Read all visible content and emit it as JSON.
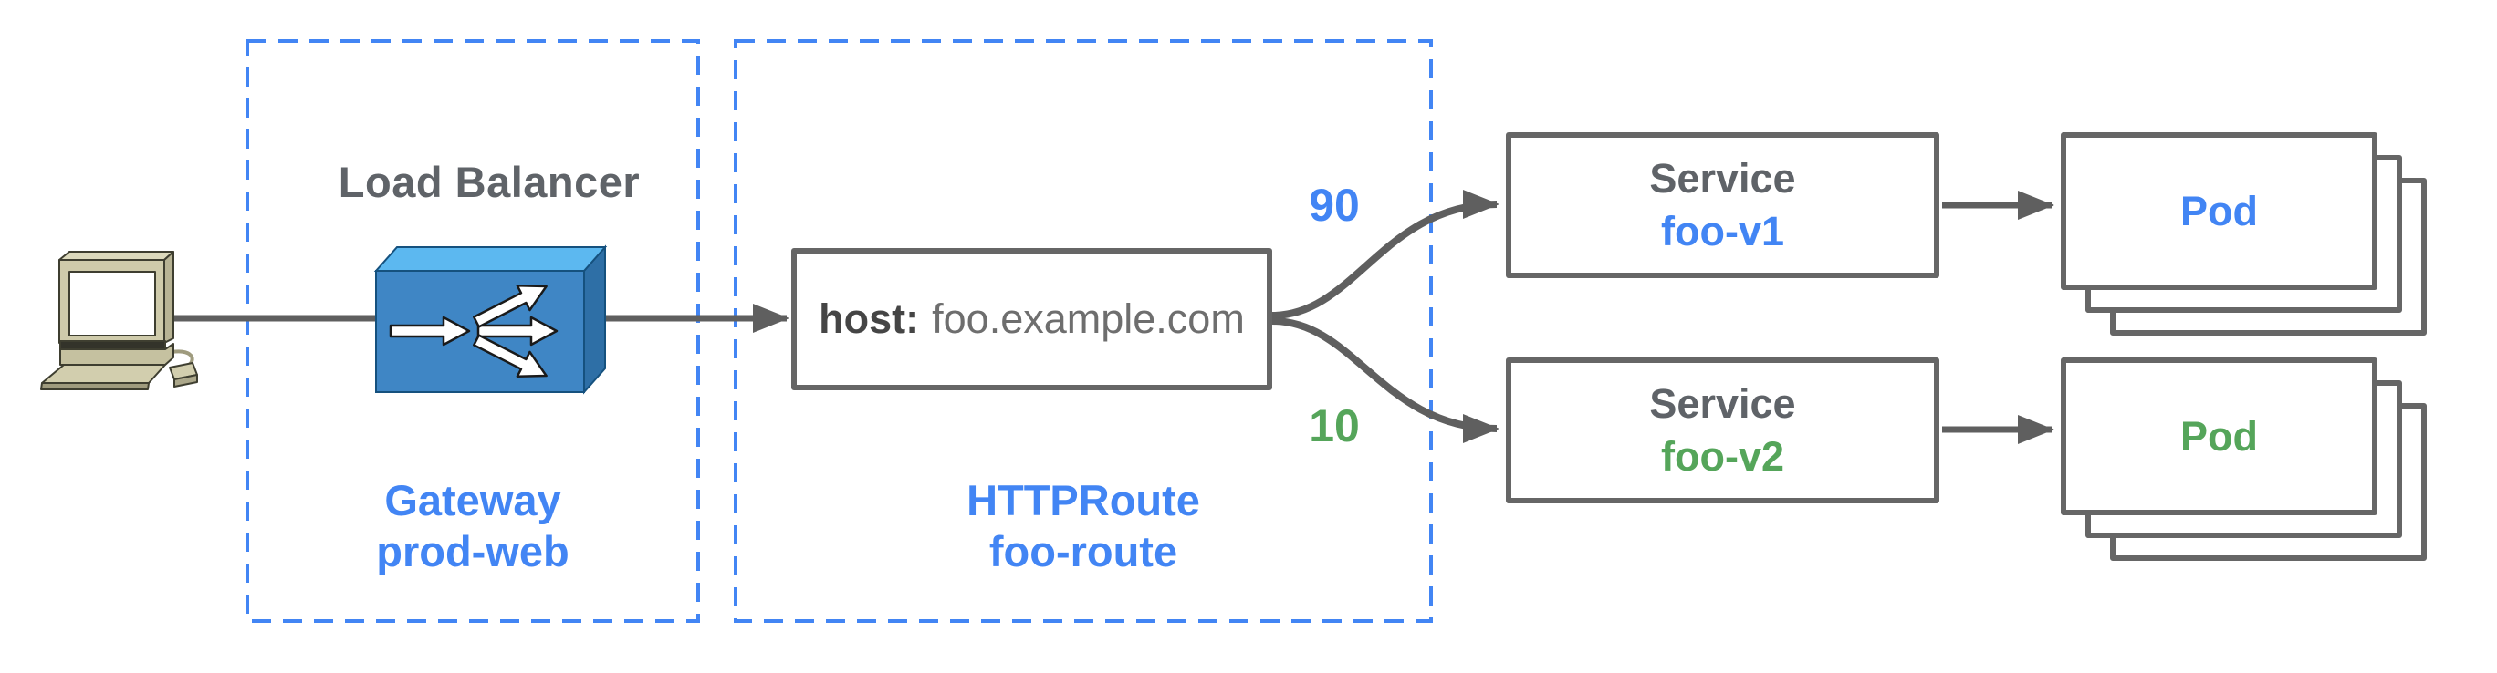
{
  "gateway": {
    "title": "Load Balancer",
    "caption": [
      "Gateway",
      "prod-web"
    ]
  },
  "httproute": {
    "host_label": "host:",
    "host_value": "foo.example.com",
    "caption": [
      "HTTPRoute",
      "foo-route"
    ]
  },
  "weights": {
    "v1": "90",
    "v2": "10"
  },
  "services": [
    {
      "kind": "Service",
      "name": "foo-v1"
    },
    {
      "kind": "Service",
      "name": "foo-v2"
    }
  ],
  "pods": [
    {
      "label": "Pod"
    },
    {
      "label": "Pod"
    }
  ],
  "icons": {
    "client": "desktop-computer-icon",
    "load_balancer": "load-balancer-icon"
  },
  "colors": {
    "accent_blue": "#4285F4",
    "accent_green": "#55A55A",
    "text_gray": "#5F6368",
    "host_bold_gray": "#454545",
    "host_value_gray": "#6E6E6E",
    "connector_gray": "#5F5F5F",
    "box_border_gray": "#666666",
    "dashed_border_blue": "#4285F4",
    "lb_icon_front": "#3F86C5",
    "lb_icon_top": "#5CB8F0",
    "lb_icon_side": "#2E6FA6",
    "computer_beige": "#CFCBAB"
  }
}
